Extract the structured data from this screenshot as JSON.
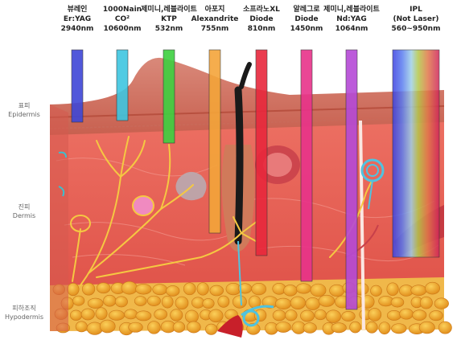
{
  "lasers": [
    {
      "name": "뷰레인",
      "type": "Er:YAG",
      "wavelength": "2940nm",
      "color": "#3f47d6"
    },
    {
      "name": "1000Nain",
      "type": "CO²",
      "wavelength": "10600nm",
      "color": "#3ec6e0"
    },
    {
      "name": "제미니,레블라이트",
      "type": "KTP",
      "wavelength": "532nm",
      "color": "#3ed040"
    },
    {
      "name": "아포지",
      "type": "Alexandrite",
      "wavelength": "755nm",
      "color": "#f4a53a"
    },
    {
      "name": "소프라노XL",
      "type": "Diode",
      "wavelength": "810nm",
      "color": "#e8283c"
    },
    {
      "name": "알레그로",
      "type": "Diode",
      "wavelength": "1450nm",
      "color": "#e8338a"
    },
    {
      "name": "제미니,레블라이트",
      "type": "Nd:YAG",
      "wavelength": "1064nm",
      "color": "#b54ad6"
    },
    {
      "name": "IPL",
      "type": "(Not Laser)",
      "wavelength": "560~950nm",
      "color": "#7b4fd0"
    }
  ],
  "layers": [
    {
      "ko": "표피",
      "en": "Epidermis"
    },
    {
      "ko": "진피",
      "en": "Dermis"
    },
    {
      "ko": "피하조직",
      "en": "Hypodermis"
    }
  ]
}
